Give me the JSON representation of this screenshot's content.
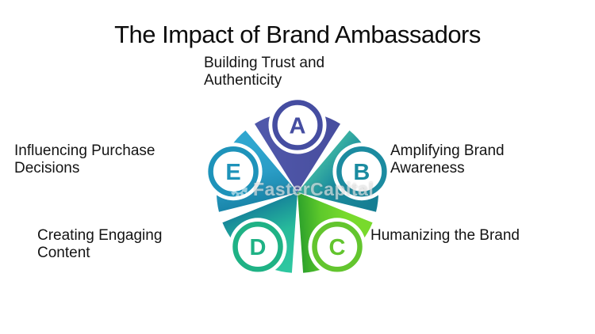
{
  "title": "The Impact of Brand Ambassadors",
  "watermark": {
    "text": "FasterCapital"
  },
  "diagram": {
    "segments": [
      {
        "letter": "A",
        "name": "building-trust-and-authenticity",
        "ring_color": "#454da1",
        "letter_color": "#454da1",
        "gradient": [
          "#5159ab",
          "#474d9e"
        ],
        "label_lines": [
          "Building Trust and",
          "Authenticity"
        ]
      },
      {
        "letter": "B",
        "name": "amplifying-brand-awareness",
        "ring_color": "#1b8ba0",
        "letter_color": "#1b8ba0",
        "gradient": [
          "#39b0a2",
          "#1b8c9e",
          "#157e93"
        ],
        "label_lines": [
          "Amplifying Brand",
          "Awareness"
        ]
      },
      {
        "letter": "C",
        "name": "humanizing-the-brand",
        "ring_color": "#63c52e",
        "letter_color": "#63c52e",
        "gradient": [
          "#2fa32b",
          "#5ec92b",
          "#78da2c"
        ],
        "label_lines": [
          "Humanizing the Brand"
        ]
      },
      {
        "letter": "D",
        "name": "creating-engaging-content",
        "ring_color": "#1fb285",
        "letter_color": "#1fb285",
        "gradient": [
          "#17879a",
          "#27bb9b",
          "#2ec7a0"
        ],
        "label_lines": [
          "Creating Engaging",
          "Content"
        ]
      },
      {
        "letter": "E",
        "name": "influencing-purchase-decisions",
        "ring_color": "#1e93ba",
        "letter_color": "#1e93ba",
        "gradient": [
          "#1a86aa",
          "#2b9dc6",
          "#2fa6cf"
        ],
        "label_lines": [
          "Influencing Purchase",
          "Decisions"
        ]
      }
    ]
  }
}
